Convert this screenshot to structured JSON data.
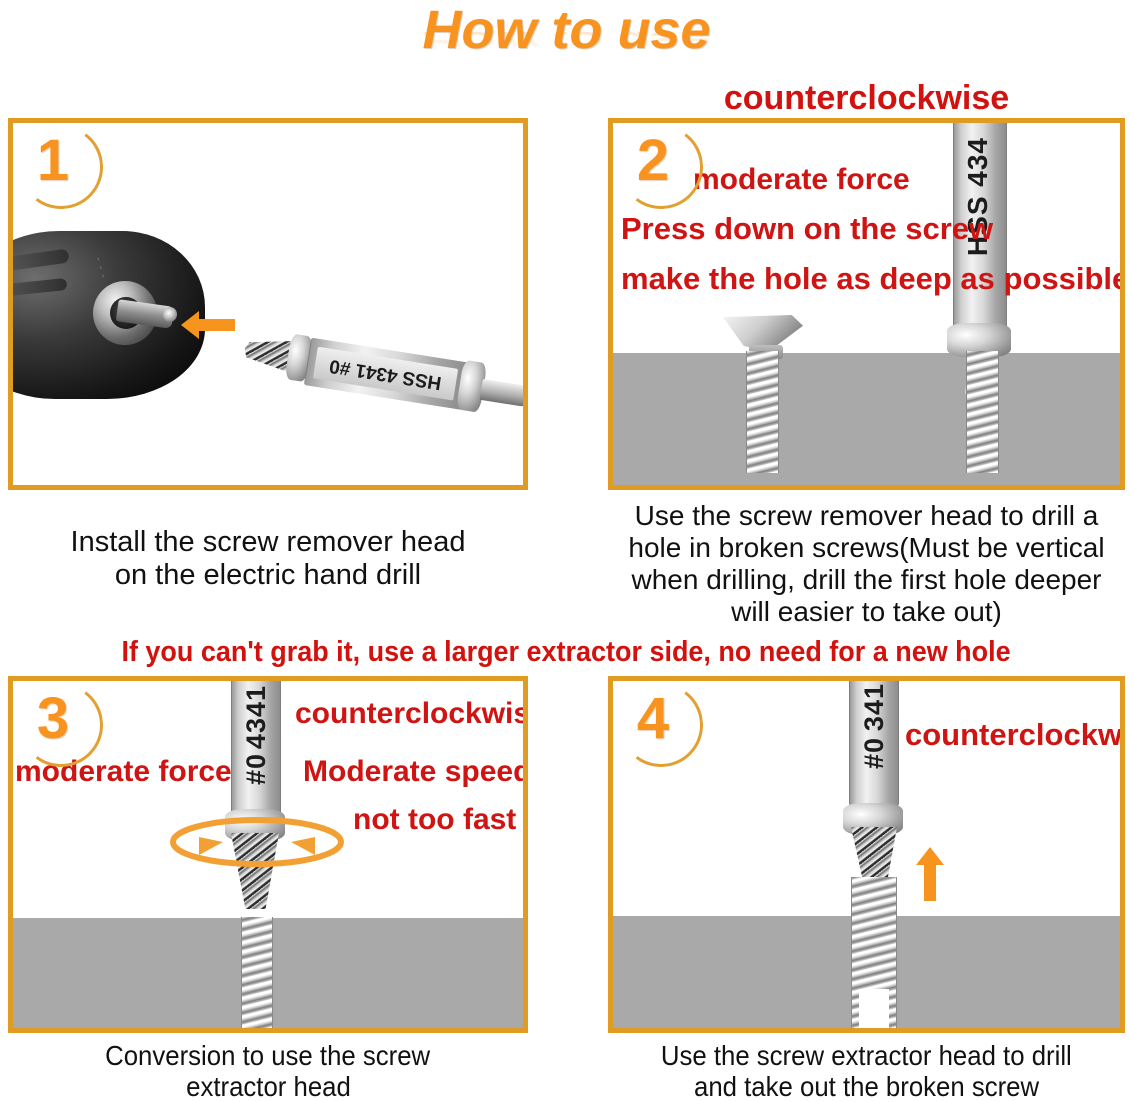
{
  "page": {
    "title": "How to use",
    "background": "#ffffff",
    "accent_orange": "#E09B22",
    "title_orange": "#F7931E",
    "warning_red": "#CE1513",
    "substrate_gray": "#A9A9A9"
  },
  "banners": {
    "top_right": "counterclockwise",
    "middle": "If you can't grab it, use a larger extractor side, no need for a new hole"
  },
  "steps": [
    {
      "number": "1",
      "caption": "Install the screw remover head\non the electric hand drill",
      "caption_line1": "Install the screw remover head",
      "caption_line2": "on the electric hand drill",
      "bit_label": "HSS 4341 #0",
      "notes": [],
      "icons": [
        "drill-chuck",
        "orange-left-arrow",
        "double-ended-extractor-bit"
      ]
    },
    {
      "number": "2",
      "caption_line1": "Use the screw remover head to drill a",
      "caption_line2": "hole in broken screws(Must be vertical",
      "caption_line3": "when drilling, drill the first hole deeper",
      "caption_line4": "will easier to take out)",
      "bit_label": "HSS 434",
      "notes": [
        "moderate force",
        "Press down on the screw",
        "make the hole as deep as possible"
      ],
      "icons": [
        "extractor-bit-vertical",
        "broken-screw-head",
        "broken-screw-in-substrate"
      ]
    },
    {
      "number": "3",
      "caption_line1": "Conversion to use the screw",
      "caption_line2": "extractor head",
      "bit_label_line1": "4341",
      "bit_label_line2": "#0",
      "notes": [
        "counterclockwise",
        "moderate force",
        "Moderate speed",
        "not too fast"
      ],
      "icons": [
        "extractor-bit-spiral",
        "rotation-arrows",
        "broken-screw-in-substrate"
      ]
    },
    {
      "number": "4",
      "caption_line1": "Use the screw extractor head to drill",
      "caption_line2": "and take out the broken screw",
      "bit_label_line1": "341",
      "bit_label_line2": "#0",
      "notes": [
        "counterclockwise"
      ],
      "icons": [
        "extractor-bit-spiral",
        "orange-up-arrow",
        "screw-being-extracted"
      ]
    }
  ]
}
